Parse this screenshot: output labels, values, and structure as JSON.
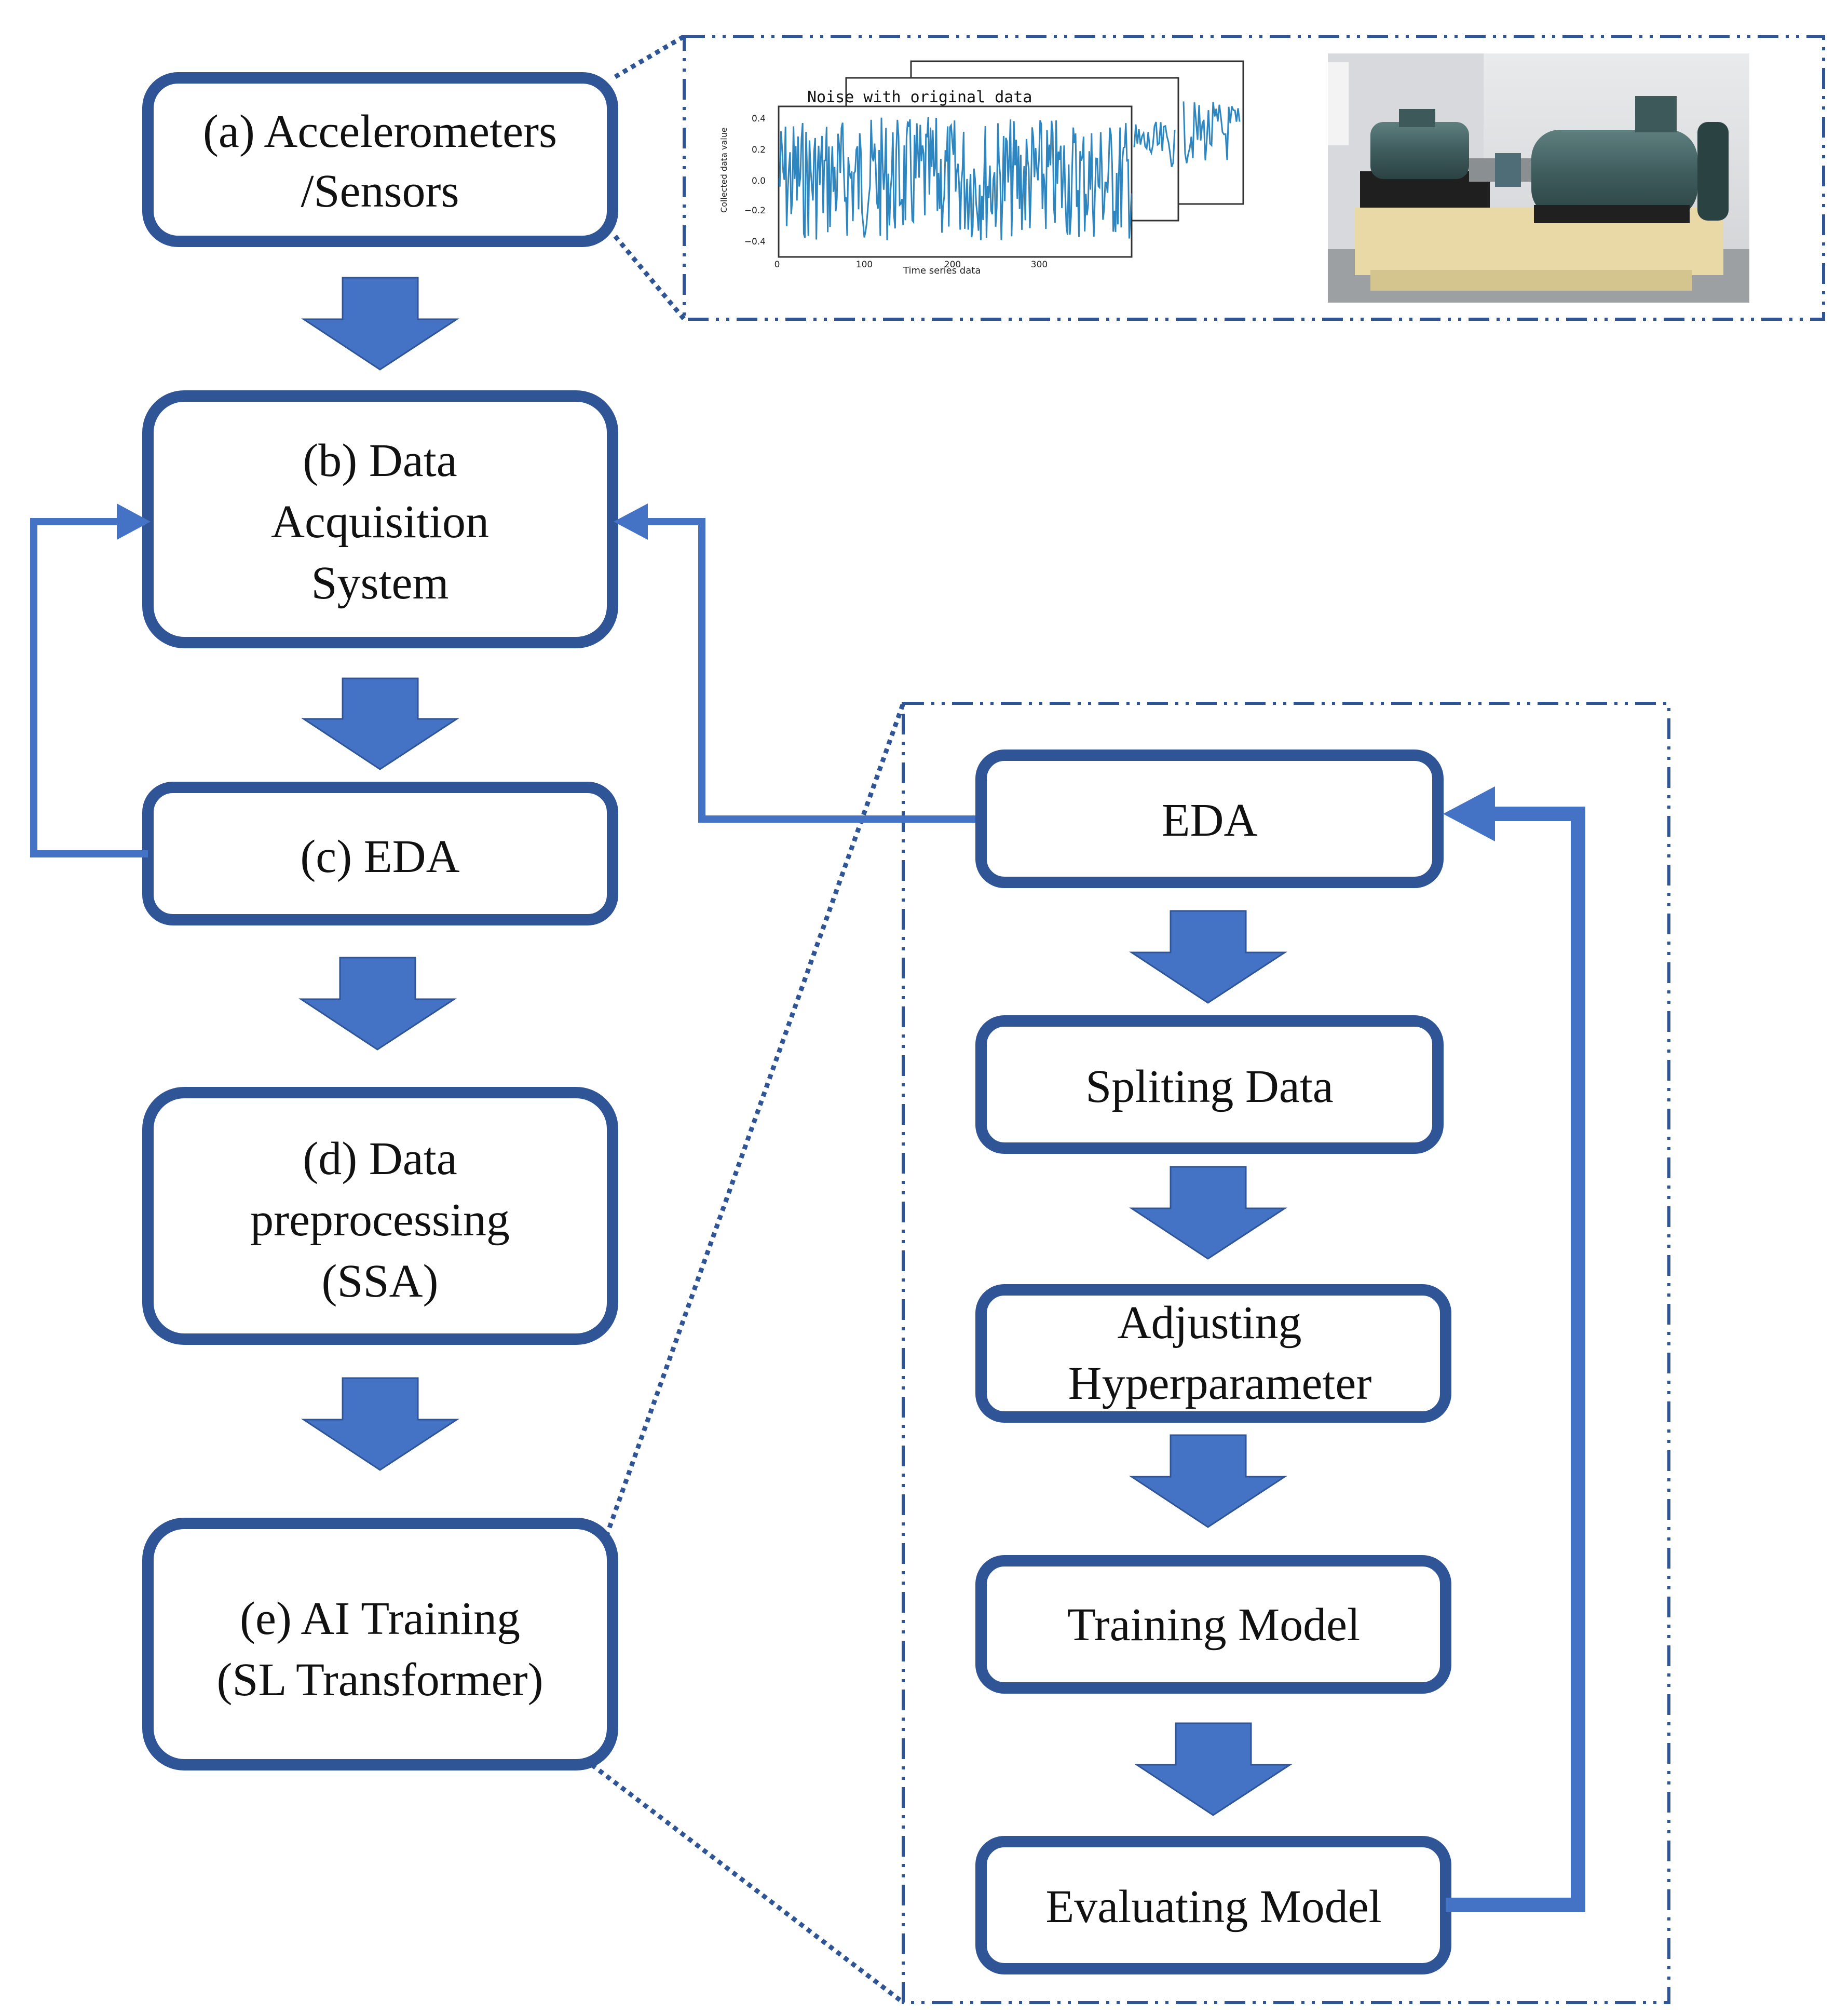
{
  "colors": {
    "box_border": "#2f5597",
    "arrow_fill": "#4472c4",
    "connector": "#4472c4",
    "signal": "#2e86c1"
  },
  "boxes": {
    "a": {
      "lines": [
        "(a) Accelerometers",
        "/Sensors"
      ]
    },
    "b": {
      "lines": [
        "(b) Data",
        "Acquisition",
        "System"
      ]
    },
    "c": {
      "lines": [
        "(c) EDA"
      ]
    },
    "d": {
      "lines": [
        "(d) Data",
        "preprocessing",
        "(SSA)"
      ]
    },
    "e": {
      "lines": [
        "(e) AI Training",
        "(SL Transformer)"
      ]
    }
  },
  "detail": {
    "eda": "EDA",
    "split": "Spliting Data",
    "adjust": [
      "Adjusting",
      "Hyperparameter"
    ],
    "train": "Training Model",
    "evaluate": "Evaluating Model"
  },
  "inset_plot": {
    "title": "Noise with original data",
    "ylabel": "Collected data value",
    "xlabel": "Time series data",
    "yticks": [
      "0.4",
      "0.2",
      "0.0",
      "−0.2",
      "−0.4"
    ],
    "xticks": [
      "0",
      "100",
      "200",
      "300"
    ]
  },
  "photo": {
    "icon": "motor-test-rig-photo"
  }
}
